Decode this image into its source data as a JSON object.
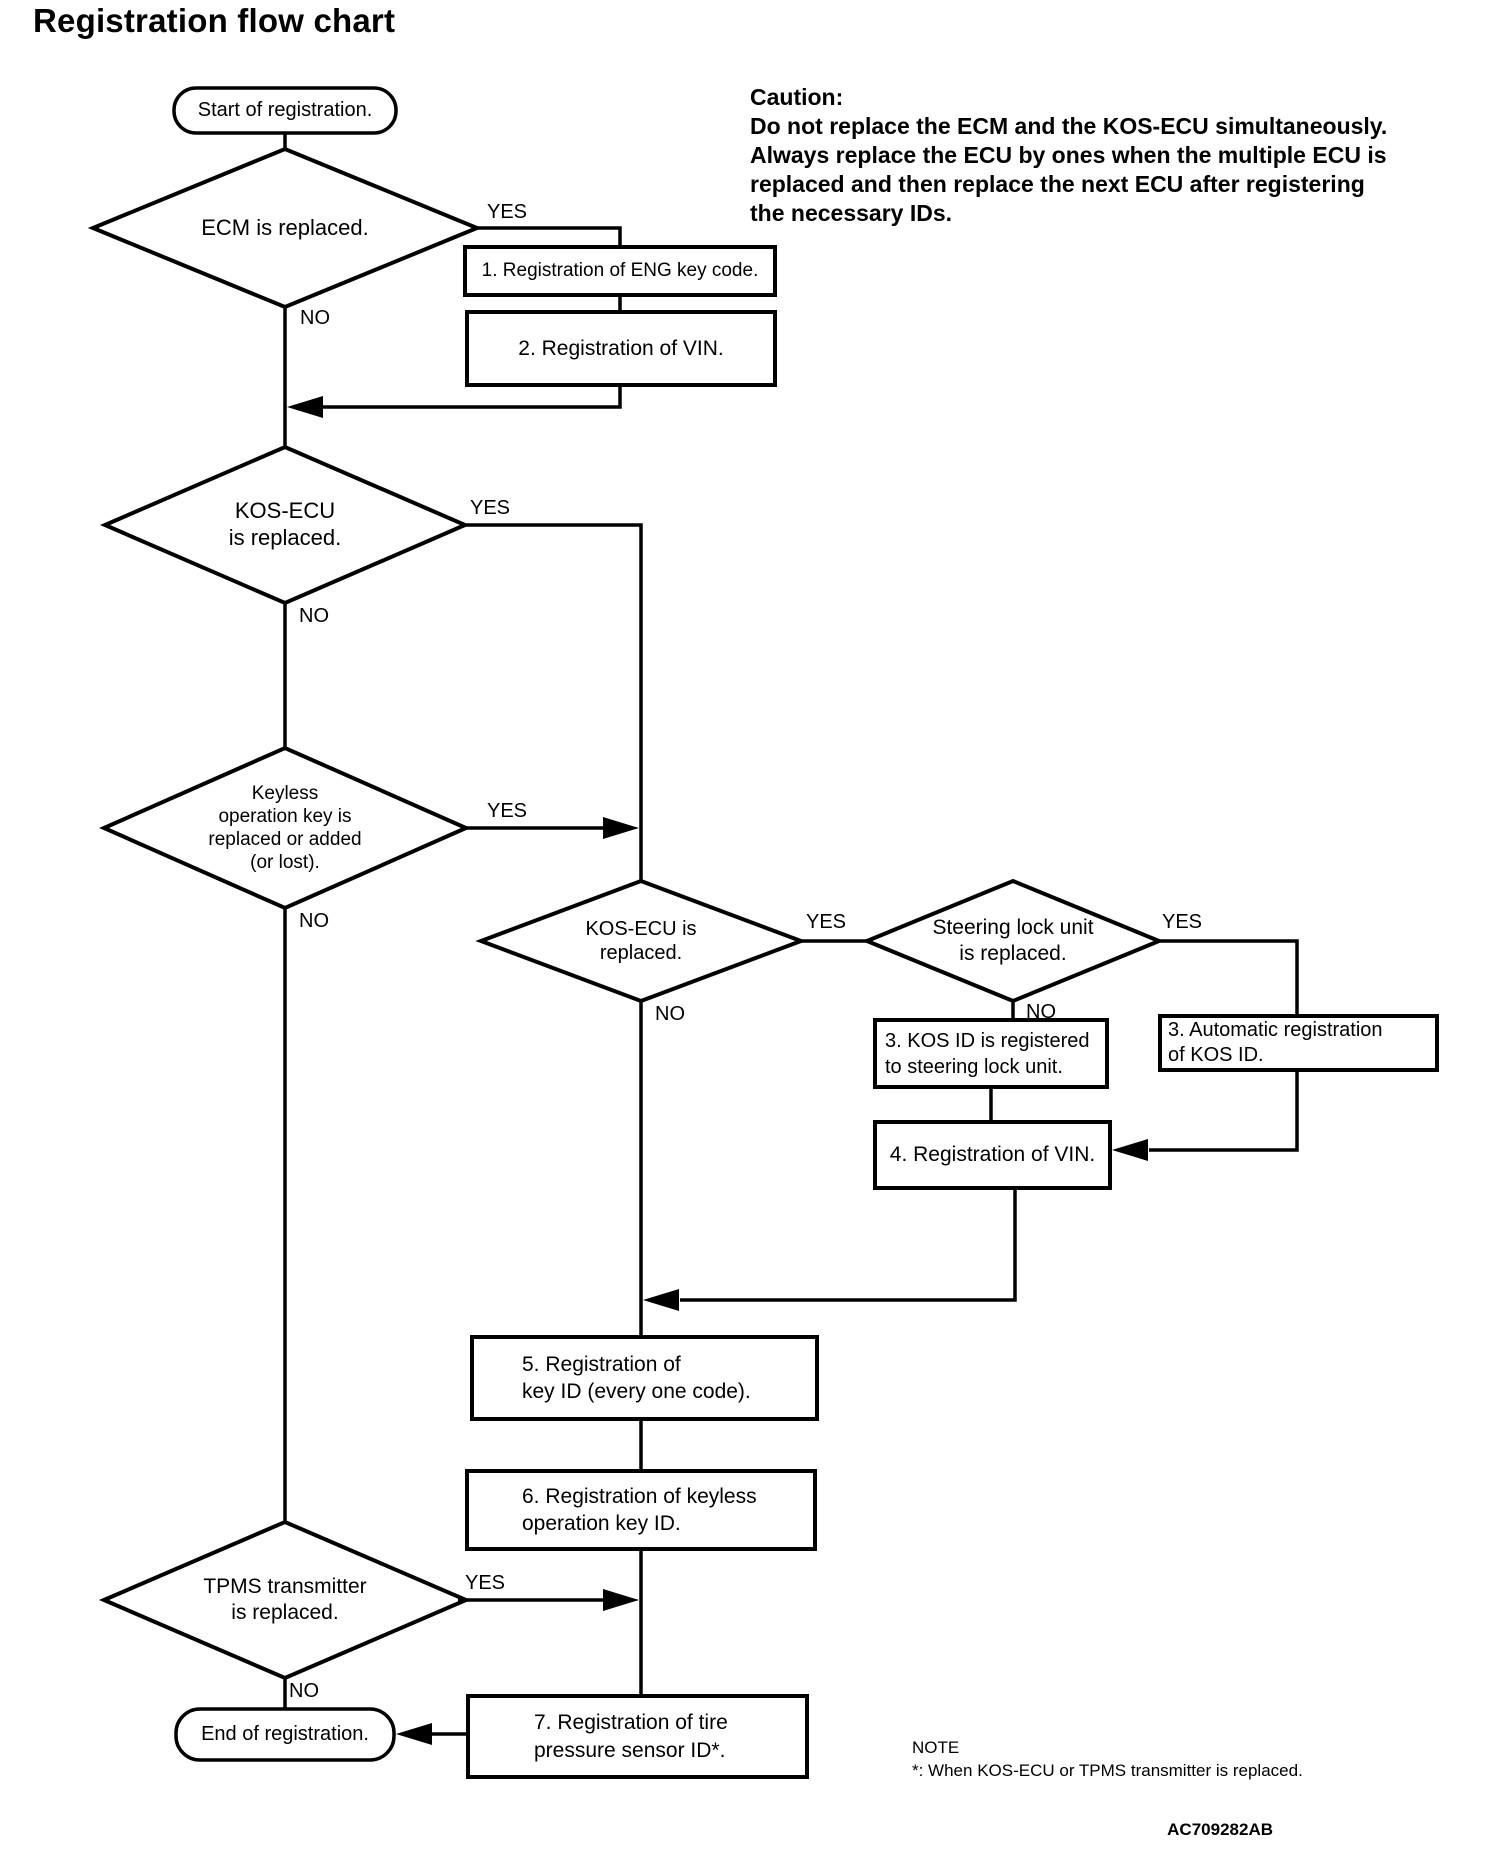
{
  "page": {
    "title": "Registration flow chart",
    "diagram_code": "AC709282AB"
  },
  "caution": {
    "heading": "Caution:",
    "body": "Do not replace the ECM and the KOS-ECU simultaneously.\nAlways replace the ECU by ones when the multiple ECU is\nreplaced and then replace the next ECU after registering\nthe necessary IDs."
  },
  "labels": {
    "yes": "YES",
    "no": "NO"
  },
  "terminals": {
    "start": "Start of registration.",
    "end": "End of registration."
  },
  "decisions": {
    "ecm": "ECM is replaced.",
    "kos_ecu": "KOS-ECU\nis replaced.",
    "keyless": "Keyless\noperation key is\nreplaced or added\n(or lost).",
    "kos_ecu_2": "KOS-ECU is\nreplaced.",
    "steering": "Steering lock unit\nis replaced.",
    "tpms": "TPMS transmitter\nis replaced."
  },
  "steps": {
    "s1": "1. Registration of ENG key code.",
    "s2": "2. Registration of VIN.",
    "s3_no": "3. KOS ID is registered\nto steering lock unit.",
    "s3_yes": "3. Automatic registration\nof KOS ID.",
    "s4": "4. Registration of VIN.",
    "s5": "5. Registration of\nkey ID (every one code).",
    "s6": "6. Registration of keyless\noperation key ID.",
    "s7": "7. Registration of tire\npressure sensor ID*."
  },
  "note": {
    "heading": "NOTE",
    "text": "*: When KOS-ECU or TPMS transmitter is replaced."
  }
}
